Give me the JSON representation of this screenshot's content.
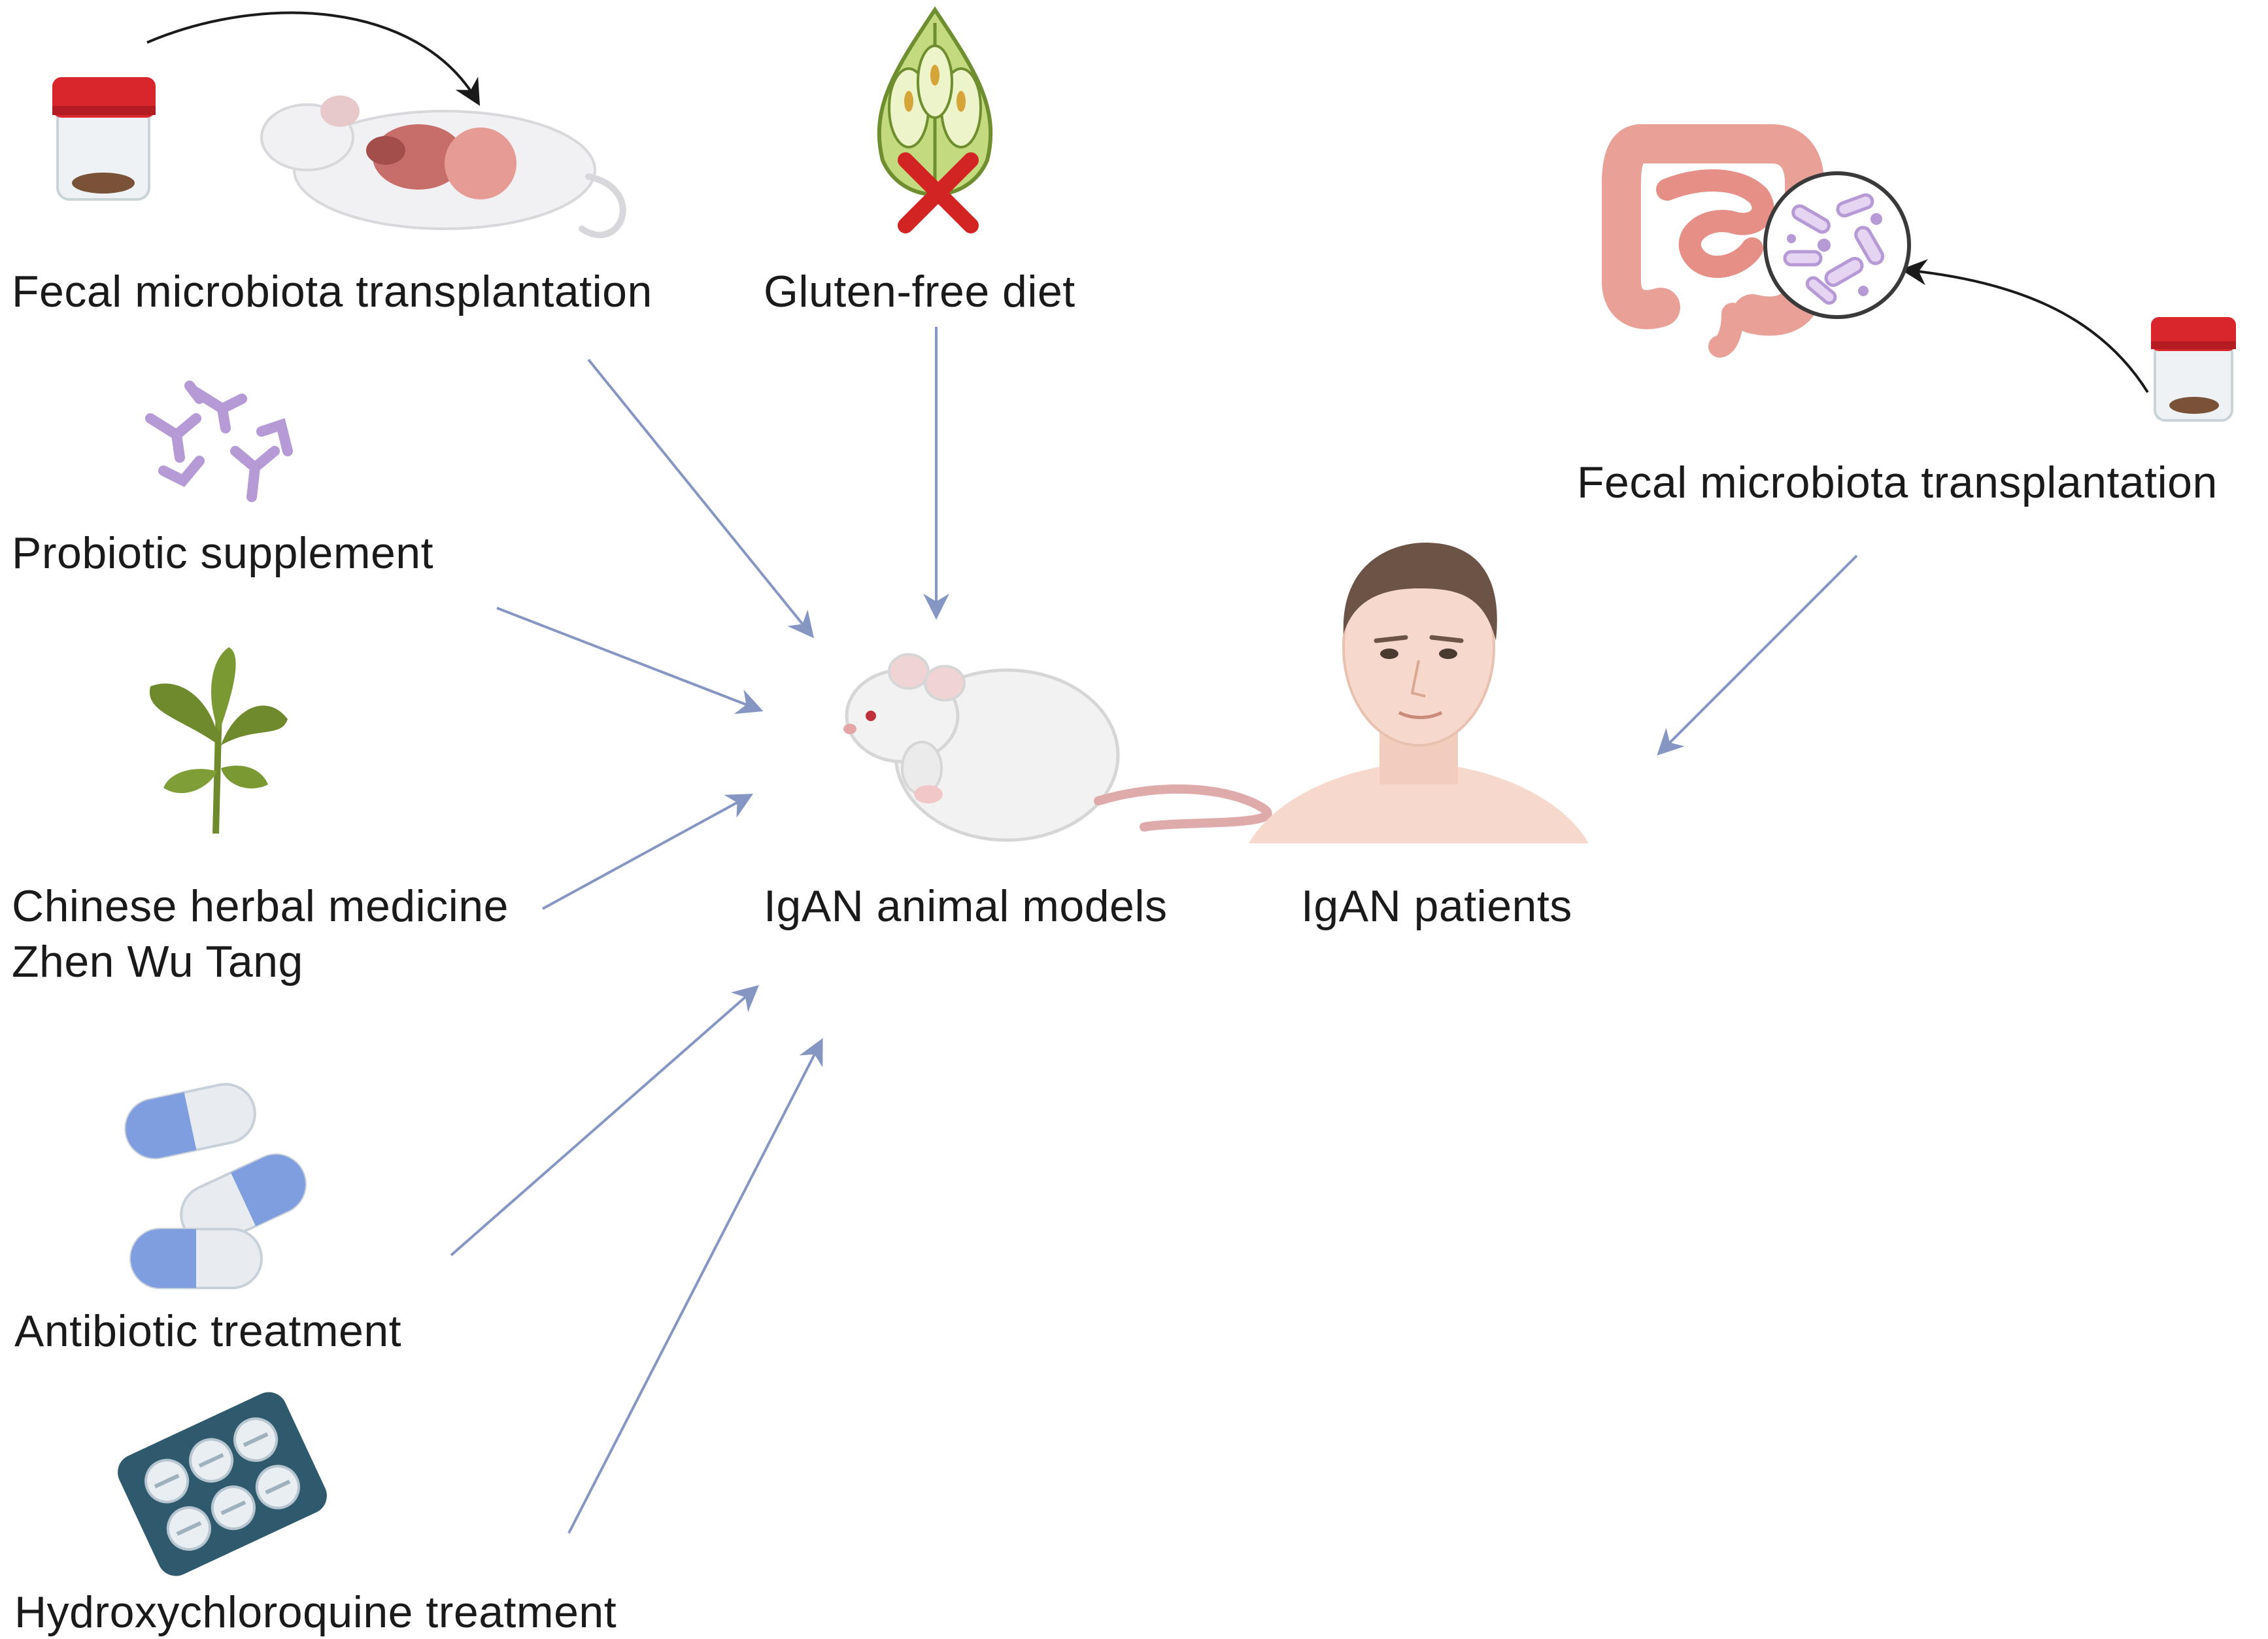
{
  "labels": {
    "fmt_animal": "Fecal microbiota transplantation",
    "gluten_free": "Gluten-free diet",
    "probiotic": "Probiotic supplement",
    "herbal_line1": "Chinese herbal medicine",
    "herbal_line2": "Zhen Wu Tang",
    "antibiotic": "Antibiotic treatment",
    "hydroxychloroquine": "Hydroxychloroquine treatment",
    "animal_models": "IgAN animal models",
    "patients": "IgAN patients",
    "fmt_patients": "Fecal microbiota transplantation"
  },
  "colors": {
    "arrow": "#8596c3",
    "curved_arrow": "#1a1a1a",
    "cross": "#d32424",
    "jar_lid": "#d8262c",
    "capsule_blue": "#7f9ee0",
    "blister": "#2f5a6e",
    "microbe": "#b59ad6",
    "leaf": "#6f8a2c",
    "gut": "#e9a097"
  },
  "icons": [
    "stool-jar-icon",
    "mouse-organs-icon",
    "wheat-icon",
    "no-cross-icon",
    "probiotic-microbes-icon",
    "herb-leaf-icon",
    "capsules-icon",
    "pill-blister-icon",
    "rat-icon",
    "human-head-icon",
    "intestine-icon",
    "microbe-magnifier-icon"
  ]
}
